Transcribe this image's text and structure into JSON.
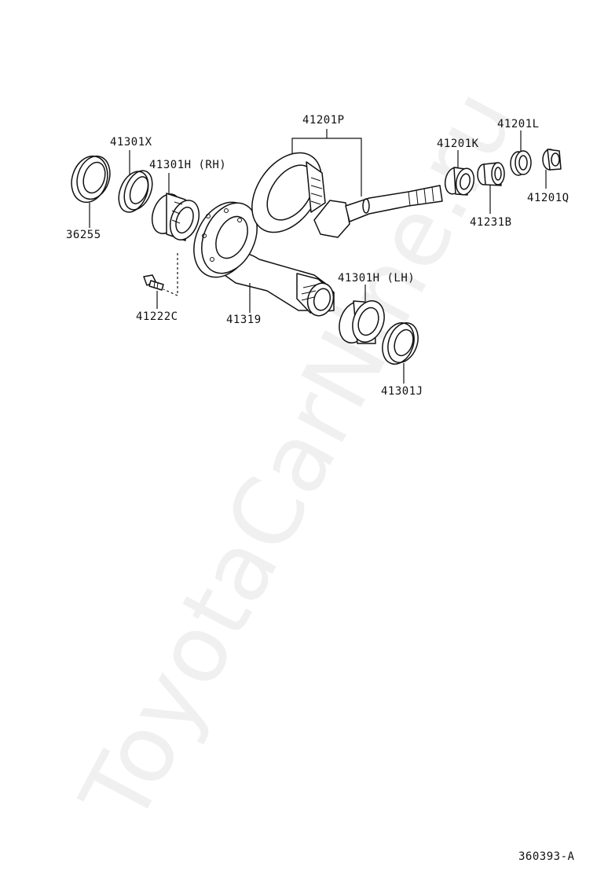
{
  "watermark": "ToyotaCarNine.ru",
  "diagram_code": "360393-A",
  "parts": {
    "p41201P": "41201P",
    "p41301X": "41301X",
    "p41301H_RH": "41301H (RH)",
    "p41201K": "41201K",
    "p41201L": "41201L",
    "p41201Q": "41201Q",
    "p41231B": "41231B",
    "p36255": "36255",
    "p41222C": "41222C",
    "p41319": "41319",
    "p41301H_LH": "41301H (LH)",
    "p41301J": "41301J"
  }
}
